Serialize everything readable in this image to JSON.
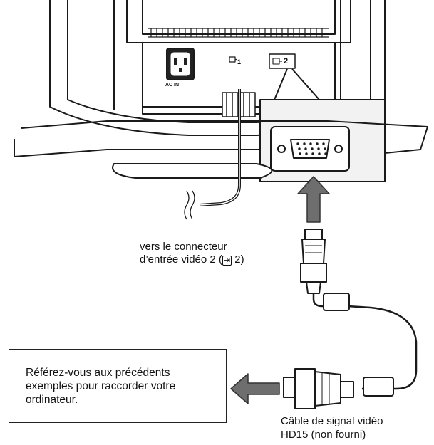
{
  "labels": {
    "ac_in": "AC IN",
    "port1_mark": "1",
    "port2_mark": "2",
    "connector_line1": "vers le connecteur",
    "connector_line2_prefix": "d’entrée vidéo 2 (",
    "connector_line2_suffix": " 2)",
    "note_line1": "Référez-vous aux précédents",
    "note_line2": "exemples pour raccorder votre",
    "note_line3": "ordinateur.",
    "cable_line1": "Câble de signal vidéo",
    "cable_line2": "HD15 (non fourni)"
  },
  "icons": [
    "input-arrow-icon",
    "power-socket-icon",
    "hd15-connector-icon",
    "arrow-up-icon",
    "arrow-left-icon"
  ],
  "colors": {
    "line": "#1a1a1a",
    "arrow_fill": "#6e6e6e",
    "arrow_stroke": "#333333",
    "panel": "#f2f2f2"
  }
}
